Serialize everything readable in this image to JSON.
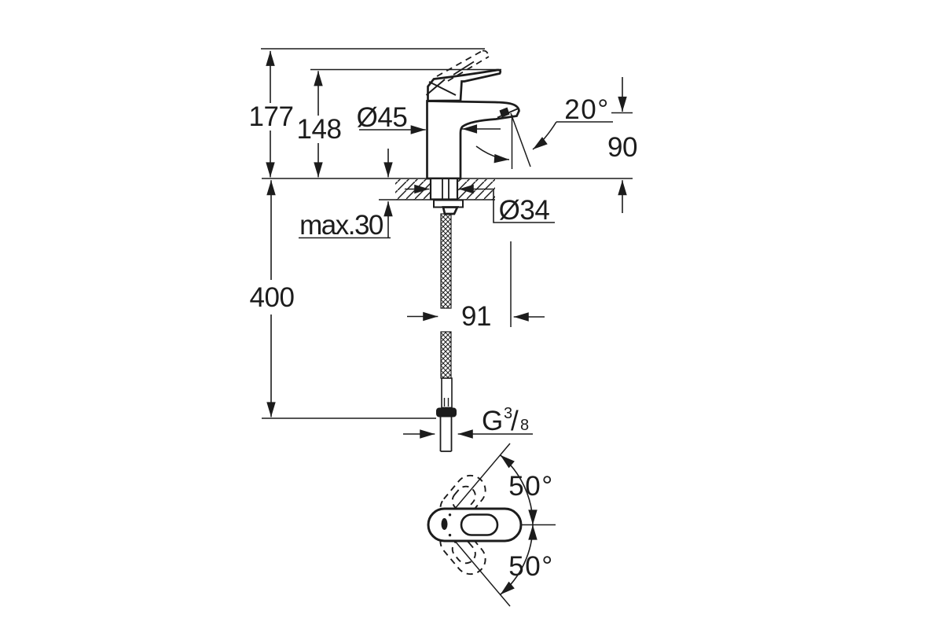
{
  "drawing": {
    "type": "faucet-dimensional-technical-drawing",
    "units_implied": "mm",
    "colors": {
      "line": "#1c1c1c",
      "background": "#ffffff"
    },
    "front_view": {
      "overall_height_label": "177",
      "height_to_spout_label": "148",
      "body_diameter_label": "Ø45",
      "aerator_angle_label": "20°",
      "spout_height_label": "90",
      "deck_thickness_label": "max.30",
      "shank_diameter_label": "Ø34",
      "hose_length_label": "400",
      "spout_reach_label": "91",
      "thread_label": {
        "prefix": "G",
        "numerator": "3",
        "slash": "/",
        "denominator": "8"
      }
    },
    "top_view": {
      "swivel_upper_label": "50°",
      "swivel_lower_label": "50°"
    }
  }
}
